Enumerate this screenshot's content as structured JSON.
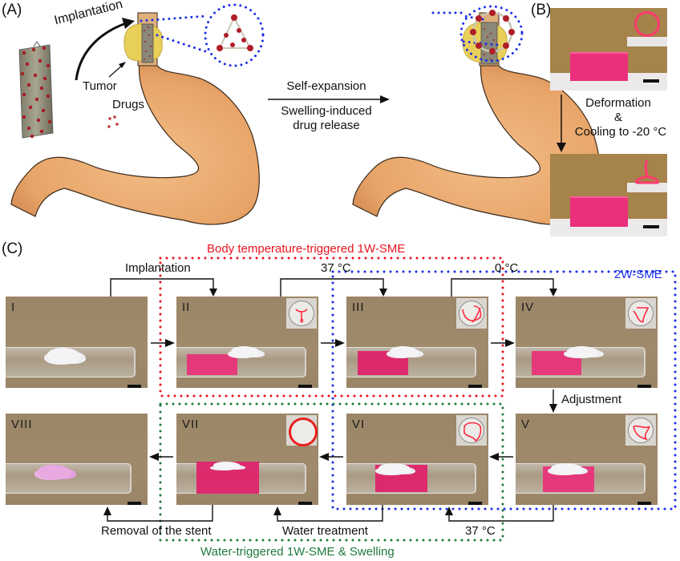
{
  "figure": {
    "panels": {
      "A": {
        "label": "(A)",
        "arrow_implantation": "Implantation",
        "tumor_label": "Tumor",
        "drugs_label": "Drugs",
        "process_top": "Self-expansion",
        "process_bottom_line1": "Swelling-induced",
        "process_bottom_line2": "drug release"
      },
      "B": {
        "label": "(B)",
        "step_line1": "Deformation",
        "step_line2": "&",
        "step_line3": "Cooling to -20 °C"
      },
      "C": {
        "label": "(C)",
        "group_red": "Body temperature-triggered 1W-SME",
        "group_blue": "2W-SME",
        "group_green": "Water-triggered 1W-SME & Swelling",
        "transitions": {
          "implantation": "Implantation",
          "t37_top": "37 °C",
          "t0": "0 °C",
          "adjustment": "Adjustment",
          "t37_bottom": "37 °C",
          "water_treatment": "Water treatment",
          "removal": "Removal of the stent"
        },
        "stages": [
          "I",
          "II",
          "III",
          "IV",
          "V",
          "VI",
          "VII",
          "VIII"
        ]
      }
    },
    "colors": {
      "red_group": "#e8141e",
      "blue_group": "#1a2ee8",
      "green_group": "#1e7a3c",
      "stomach": "#e8a46c",
      "gel_pink": "#e8307a",
      "drug_red": "#b01e28",
      "tumor_yellow": "#e8cf5a"
    }
  }
}
